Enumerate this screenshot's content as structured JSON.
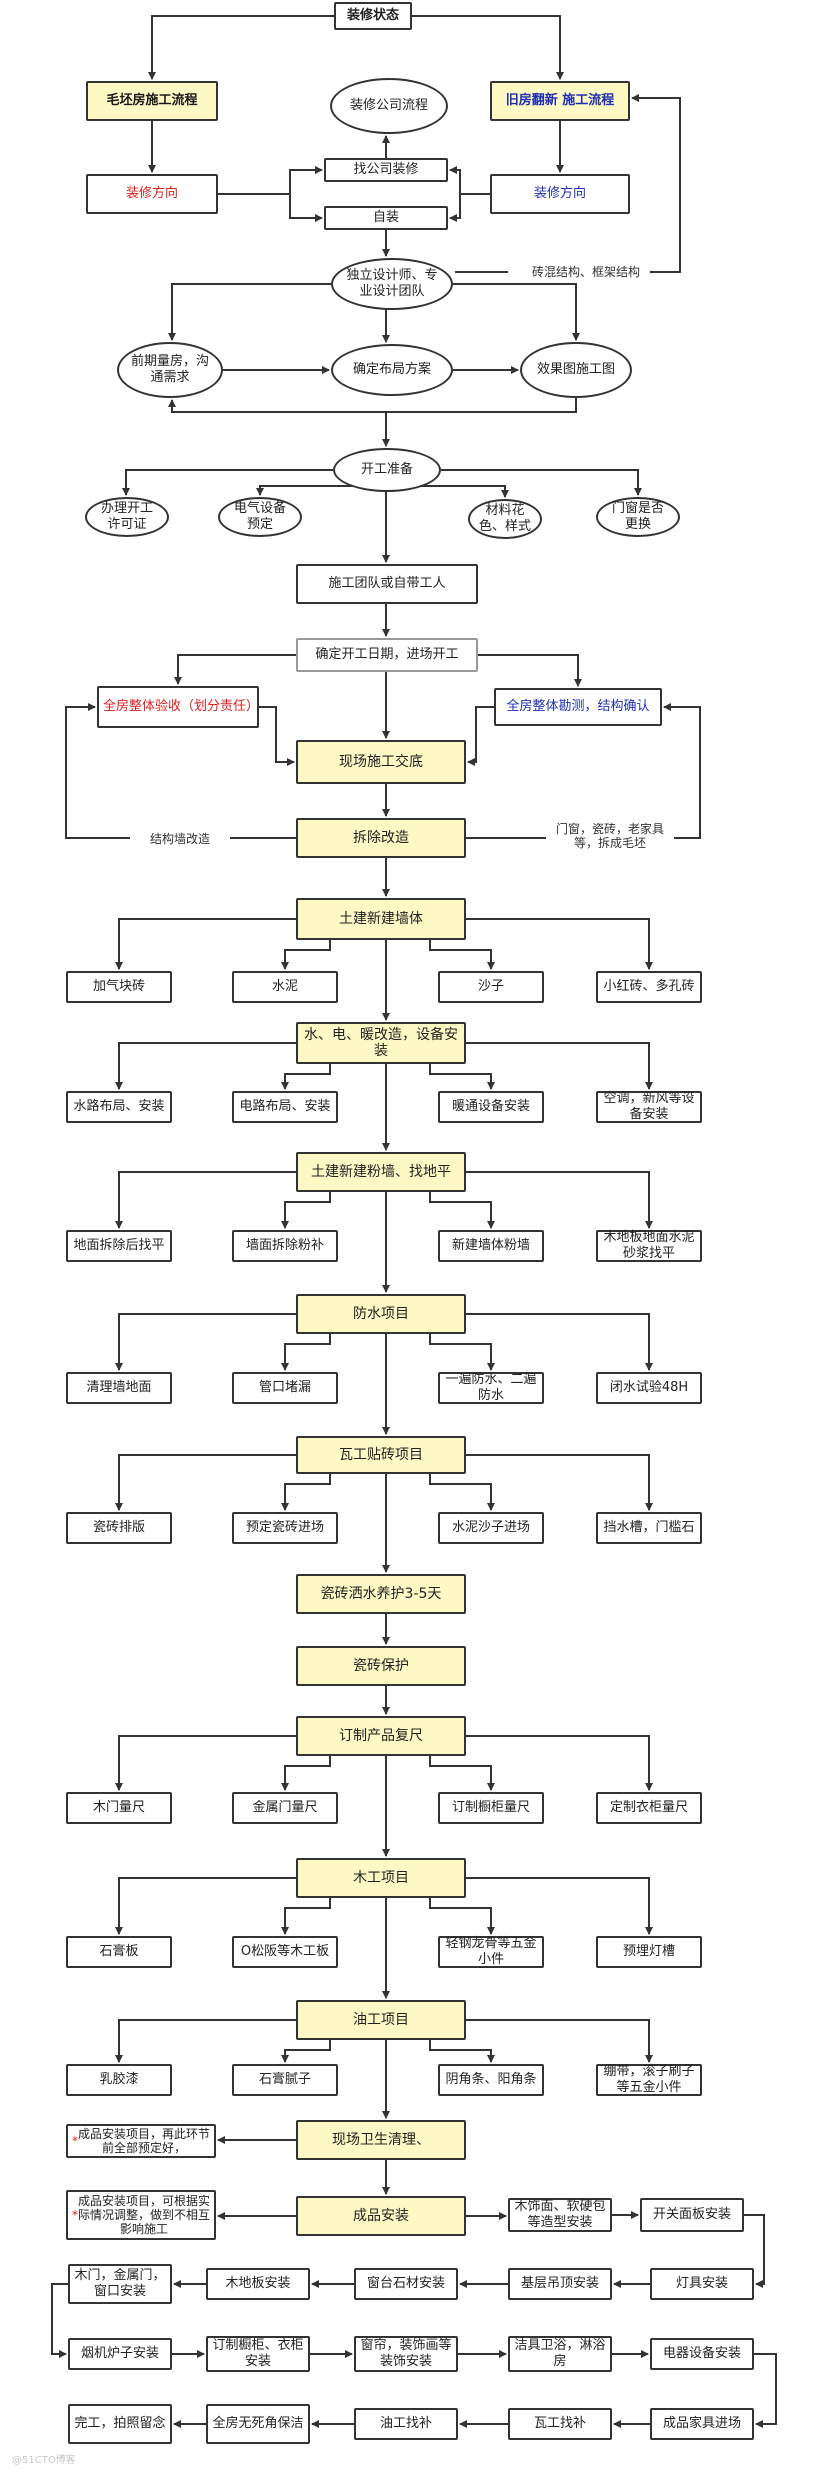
{
  "nodes": {
    "n_title": "装修状态",
    "n_rough": "毛坯房施工流程",
    "n_old": "旧房翻新 施工流程",
    "n_company": "装修公司流程",
    "n_findco": "找公司装修",
    "n_self": "自装",
    "n_dirL": "装修方向",
    "n_dirR": "装修方向",
    "n_designer": "独立设计师、专业设计团队",
    "n_measure": "前期量房，沟通需求",
    "n_layout": "确定布局方案",
    "n_render": "效果图施工图",
    "n_prep": "开工准备",
    "n_permit": "办理开工许可证",
    "n_elec": "电气设备预定",
    "n_material": "材料花色、样式",
    "n_window": "门窗是否更换",
    "n_team": "施工团队或自带工人",
    "n_date": "确定开工日期，进场开工",
    "n_accept": "全房整体验收（划分责任）",
    "n_survey": "全房整体勘测，结构确认",
    "n_handover": "现场施工交底",
    "n_demo": "拆除改造",
    "n_civil": "土建新建墙体",
    "n_block": "加气块砖",
    "n_cement": "水泥",
    "n_sand": "沙子",
    "n_redbrick": "小红砖、多孔砖",
    "n_mep": "水、电、暖改造，设备安装",
    "n_water": "水路布局、安装",
    "n_elecl": "电路布局、安装",
    "n_heat": "暖通设备安装",
    "n_ac": "空调，新风等设备安装",
    "n_plaster": "土建新建粉墙、找地平",
    "n_floor": "地面拆除后找平",
    "n_wallfix": "墙面拆除粉补",
    "n_newwall": "新建墙体粉墙",
    "n_woodfloor": "木地板地面水泥砂浆找平",
    "n_waterproof": "防水项目",
    "n_clean": "清理墙地面",
    "n_pipe": "管口堵漏",
    "n_layers": "一遍防水、二遍防水",
    "n_closed": "闭水试验48H",
    "n_tile": "瓦工贴砖项目",
    "n_tilelay": "瓷砖排版",
    "n_pretile": "预定瓷砖进场",
    "n_sandin": "水泥沙子进场",
    "n_sill": "挡水槽，门槛石",
    "n_tilecure": "瓷砖洒水养护3-5天",
    "n_tileprot": "瓷砖保护",
    "n_custom": "订制产品复尺",
    "n_wooddoor": "木门量尺",
    "n_metaldoor": "金属门量尺",
    "n_cabinet": "订制橱柜量尺",
    "n_wardrobe": "定制衣柜量尺",
    "n_carp": "木工项目",
    "n_gypsum": "石膏板",
    "n_osb": "O松阪等木工板",
    "n_keel": "轻钢龙骨等五金小件",
    "n_lamp": "预埋灯槽",
    "n_paint": "油工项目",
    "n_latex": "乳胶漆",
    "n_putty": "石膏腻子",
    "n_corner": "阴角条、阳角条",
    "n_tape": "绷带，滚子刷子等五金小件",
    "n_siteclean": "现场卫生清理、",
    "n_note1": "成品安装项目，再此环节前全部预定好，",
    "n_note2": "成品安装项目，可根据实际情况调整，做到不相互影响施工",
    "n_install": "成品安装",
    "n_decor": "木饰面、软硬包等造型安装",
    "n_switch": "开关面板安装",
    "n_light": "灯具安装",
    "n_ceiling": "基层吊顶安装",
    "n_stone": "窗台石材安装",
    "n_woodfl": "木地板安装",
    "n_doors": "木门，金属门，窗口安装",
    "n_stove": "烟机炉子安装",
    "n_cabinst": "订制橱柜、衣柜安装",
    "n_curtain": "窗帘，装饰画等装饰安装",
    "n_sanitary": "洁具卫浴，淋浴房",
    "n_appliance": "电器设备安装",
    "n_furniture": "成品家具进场",
    "n_tilefix": "瓦工找补",
    "n_paintfix": "油工找补",
    "n_deepclean": "全房无死角保洁",
    "n_done": "完工，拍照留念"
  },
  "edge_labels": {
    "brick_frame": "砖混结构、框架结构",
    "struct_wall": "结构墙改造",
    "doors_tiles": "门窗，瓷砖，老家具等，拆成毛坯"
  },
  "watermark": "@51CTO博客"
}
